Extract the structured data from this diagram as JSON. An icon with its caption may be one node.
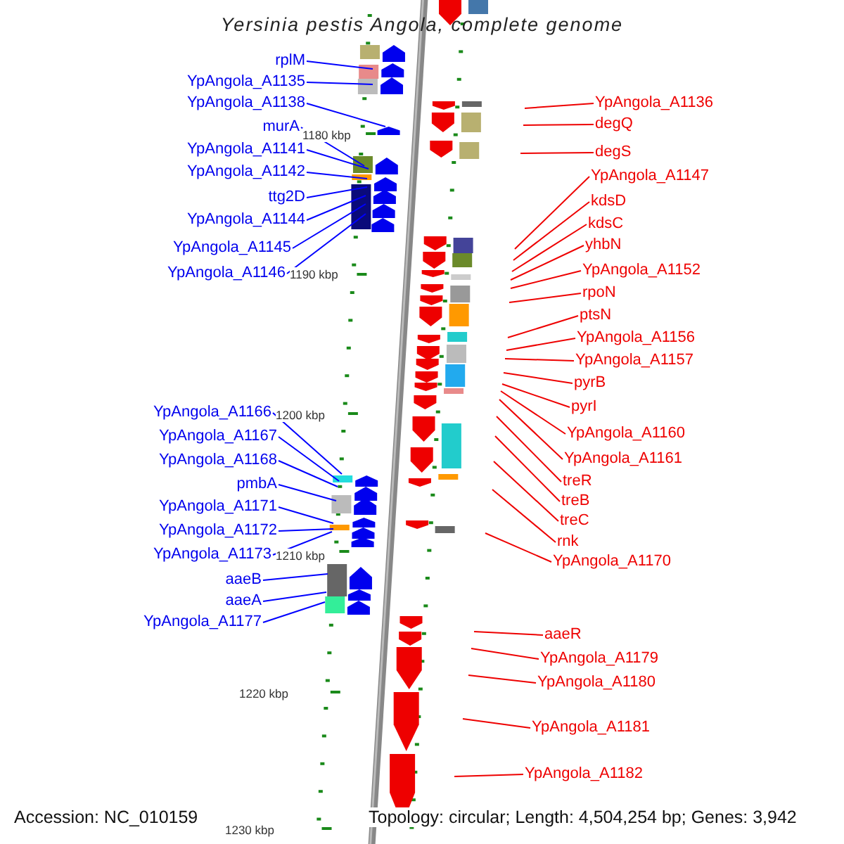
{
  "diagram": {
    "title": "Yersinia pestis Angola, complete genome",
    "nodes": [
      {
        "text": [
          "rplM"
        ]
      },
      {
        "text": [
          "YpAngola_A1135"
        ]
      },
      {
        "text": [
          "YpAngola_A1138"
        ]
      },
      {
        "text": [
          "murA"
        ]
      },
      {
        "text": [
          "YpAngola_A1141"
        ]
      },
      {
        "text": [
          "YpAngola_A1142"
        ]
      },
      {
        "text": [
          "ttg2D"
        ]
      },
      {
        "text": [
          "YpAngola_A1144"
        ]
      },
      {
        "text": [
          "YpAngola_A1145"
        ]
      },
      {
        "text": [
          "YpAngola_A1146"
        ]
      },
      {
        "text": [
          "YpAngola_A1166"
        ]
      },
      {
        "text": [
          "YpAngola_A1167"
        ]
      },
      {
        "text": [
          "YpAngola_A1168"
        ]
      },
      {
        "text": [
          "pmbA"
        ]
      },
      {
        "text": [
          "YpAngola_A1171"
        ]
      },
      {
        "text": [
          "YpAngola_A1172"
        ]
      },
      {
        "text": [
          "YpAngola_A1173"
        ]
      },
      {
        "text": [
          "aaeB"
        ]
      },
      {
        "text": [
          "aaeA"
        ]
      },
      {
        "text": [
          "YpAngola_A1177"
        ]
      },
      {
        "text": [
          "YpAngola_A1136"
        ]
      },
      {
        "text": [
          "degQ"
        ]
      },
      {
        "text": [
          "degS"
        ]
      },
      {
        "text": [
          "YpAngola_A1147"
        ]
      },
      {
        "text": [
          "kdsD"
        ]
      },
      {
        "text": [
          "kdsC"
        ]
      },
      {
        "text": [
          "yhbN"
        ]
      },
      {
        "text": [
          "YpAngola_A1152"
        ]
      },
      {
        "text": [
          "rpoN"
        ]
      },
      {
        "text": [
          "ptsN"
        ]
      },
      {
        "text": [
          "YpAngola_A1156"
        ]
      },
      {
        "text": [
          "YpAngola_A1157"
        ]
      },
      {
        "text": [
          "pyrB"
        ]
      },
      {
        "text": [
          "pyrI"
        ]
      },
      {
        "text": [
          "YpAngola_A1160"
        ]
      },
      {
        "text": [
          "YpAngola_A1161"
        ]
      },
      {
        "text": [
          "treR"
        ]
      },
      {
        "text": [
          "treB"
        ]
      },
      {
        "text": [
          "treC"
        ]
      },
      {
        "text": [
          "rnk"
        ]
      },
      {
        "text": [
          "YpAngola_A1170"
        ]
      },
      {
        "text": [
          "aaeR"
        ]
      },
      {
        "text": [
          "YpAngola_A1179"
        ]
      },
      {
        "text": [
          "YpAngola_A1180"
        ]
      },
      {
        "text": [
          "YpAngola_A1181"
        ]
      },
      {
        "text": [
          "YpAngola_A1182"
        ]
      }
    ],
    "edges": [
      {
        "from": 0,
        "to": null,
        "arrow": "none",
        "color": "#0000ff"
      },
      {
        "from": 1,
        "to": null,
        "arrow": "none",
        "color": "#0000ff"
      },
      {
        "from": 2,
        "to": null,
        "arrow": "none",
        "color": "#0000ff"
      },
      {
        "from": 3,
        "to": null,
        "arrow": "none",
        "color": "#0000ff"
      },
      {
        "from": 4,
        "to": null,
        "arrow": "none",
        "color": "#0000ff"
      },
      {
        "from": 5,
        "to": null,
        "arrow": "none",
        "color": "#0000ff"
      },
      {
        "from": 6,
        "to": null,
        "arrow": "none",
        "color": "#0000ff"
      },
      {
        "from": 7,
        "to": null,
        "arrow": "none",
        "color": "#0000ff"
      },
      {
        "from": 8,
        "to": null,
        "arrow": "none",
        "color": "#0000ff"
      },
      {
        "from": 9,
        "to": null,
        "arrow": "none",
        "color": "#0000ff"
      },
      {
        "from": 10,
        "to": null,
        "arrow": "none",
        "color": "#0000ff"
      },
      {
        "from": 11,
        "to": null,
        "arrow": "none",
        "color": "#0000ff"
      },
      {
        "from": 12,
        "to": null,
        "arrow": "none",
        "color": "#0000ff"
      },
      {
        "from": 13,
        "to": null,
        "arrow": "none",
        "color": "#0000ff"
      },
      {
        "from": 14,
        "to": null,
        "arrow": "none",
        "color": "#0000ff"
      },
      {
        "from": 15,
        "to": null,
        "arrow": "none",
        "color": "#0000ff"
      },
      {
        "from": 16,
        "to": null,
        "arrow": "none",
        "color": "#0000ff"
      },
      {
        "from": 17,
        "to": null,
        "arrow": "none",
        "color": "#0000ff"
      },
      {
        "from": 18,
        "to": null,
        "arrow": "none",
        "color": "#0000ff"
      },
      {
        "from": 19,
        "to": null,
        "arrow": "none",
        "color": "#0000ff"
      },
      {
        "from": 20,
        "to": null,
        "arrow": "none"
      },
      {
        "from": 21,
        "to": null,
        "arrow": "none"
      },
      {
        "from": 22,
        "to": null,
        "arrow": "none"
      },
      {
        "from": 23,
        "to": null,
        "arrow": "none"
      },
      {
        "from": 24,
        "to": null,
        "arrow": "none"
      },
      {
        "from": 25,
        "to": null,
        "arrow": "none"
      },
      {
        "from": 26,
        "to": null,
        "arrow": "none"
      },
      {
        "from": 27,
        "to": null,
        "arrow": "none"
      },
      {
        "from": 28,
        "to": null,
        "arrow": "none"
      },
      {
        "from": 29,
        "to": null,
        "arrow": "none"
      },
      {
        "from": 30,
        "to": null,
        "arrow": "none"
      },
      {
        "from": 31,
        "to": null,
        "arrow": "none"
      },
      {
        "from": 32,
        "to": null,
        "arrow": "none"
      },
      {
        "from": 33,
        "to": null,
        "arrow": "none"
      },
      {
        "from": 34,
        "to": null,
        "arrow": "none"
      },
      {
        "from": 35,
        "to": null,
        "arrow": "none"
      },
      {
        "from": 36,
        "to": null,
        "arrow": "none"
      },
      {
        "from": 37,
        "to": null,
        "arrow": "none"
      },
      {
        "from": 38,
        "to": null,
        "arrow": "none"
      },
      {
        "from": 39,
        "to": null,
        "arrow": "none"
      },
      {
        "from": 40,
        "to": null,
        "arrow": "none"
      },
      {
        "from": 41,
        "to": null,
        "arrow": "none"
      },
      {
        "from": 42,
        "to": null,
        "arrow": "none"
      },
      {
        "from": 43,
        "to": null,
        "arrow": "none"
      },
      {
        "from": 44,
        "to": null,
        "arrow": "none"
      },
      {
        "from": 45,
        "to": null,
        "arrow": "none"
      }
    ],
    "labels": [
      "1180 kbp",
      "1190 kbp",
      "1200 kbp",
      "1210 kbp",
      "1220 kbp",
      "Accession: NC_010159",
      "1230 kbp",
      "Topology: circular; Length: 4,504,254 bp; Genes: 3,942"
    ]
  }
}
